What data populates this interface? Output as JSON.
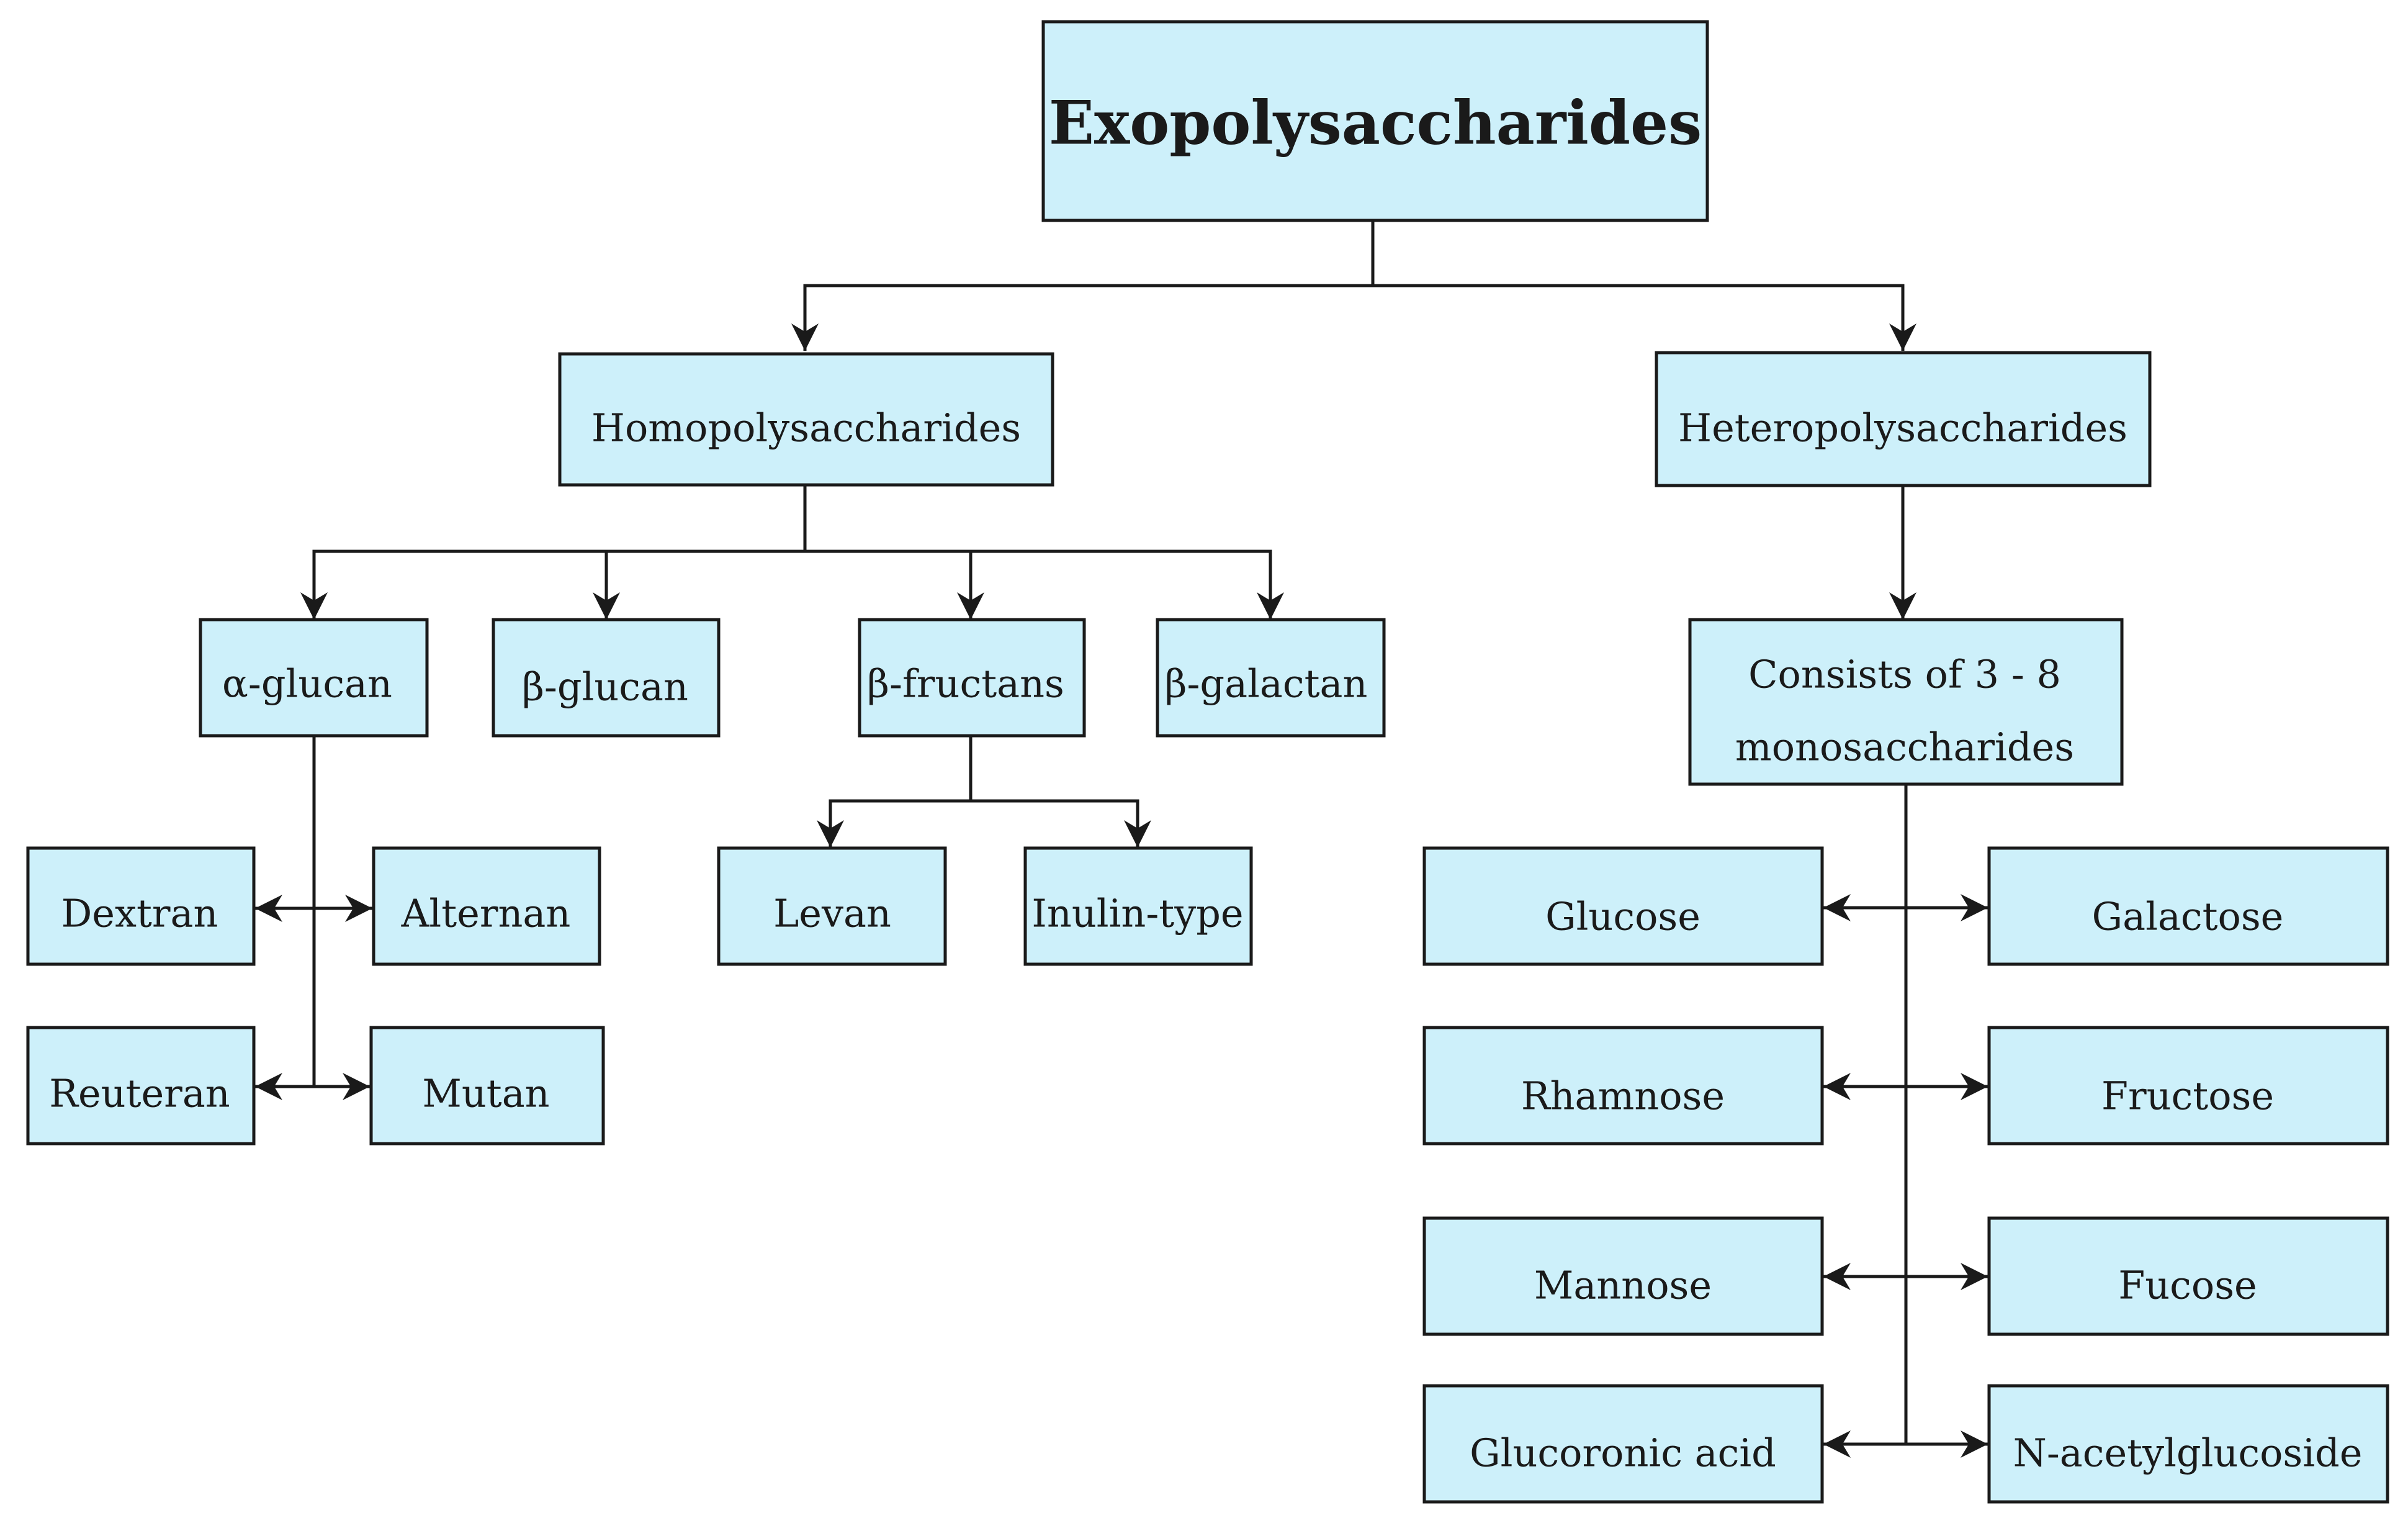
{
  "diagram": {
    "root": "Exopolysaccharides",
    "homo": "Homopolysaccharides",
    "hetero": "Heteropolysaccharides",
    "alpha_glucan": "α-glucan",
    "beta_glucan": "β-glucan",
    "beta_fructans": "β-fructans",
    "beta_galactan": "β-galactan",
    "consists_line1": "Consists of 3 - 8",
    "consists_line2": "monosaccharides",
    "dextran": "Dextran",
    "alternan": "Alternan",
    "reuteran": "Reuteran",
    "mutan": "Mutan",
    "levan": "Levan",
    "inulin": "Inulin-type",
    "glucose": "Glucose",
    "galactose": "Galactose",
    "rhamnose": "Rhamnose",
    "fructose": "Fructose",
    "mannose": "Mannose",
    "fucose": "Fucose",
    "glucoronic": "Glucoronic acid",
    "nacetyl": "N-acetylglucoside"
  },
  "colors": {
    "box_fill": "#cdf0fa",
    "stroke": "#1a1a1a"
  }
}
